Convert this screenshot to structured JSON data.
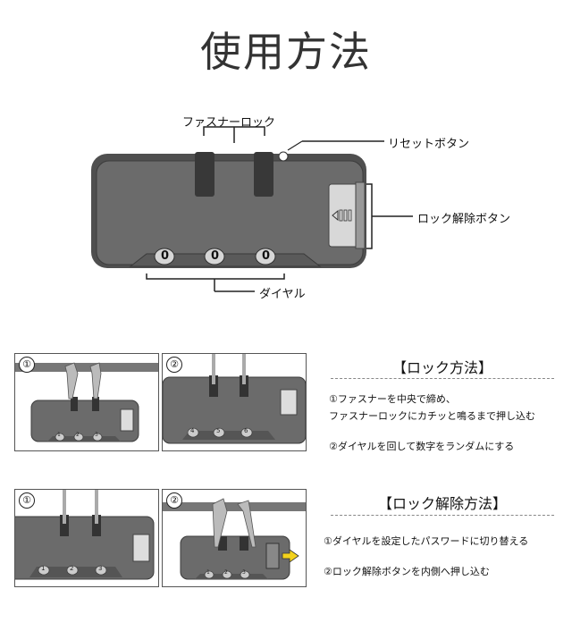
{
  "title": "使用方法",
  "diagram": {
    "label_zipper_lock": "ファスナーロック",
    "label_reset_button": "リセットボタン",
    "label_unlock_button": "ロック解除ボタン",
    "label_dial": "ダイヤル",
    "dial_digits": [
      "0",
      "0",
      "0"
    ]
  },
  "lock_section": {
    "heading": "【ロック方法】",
    "panel1_num": "①",
    "panel2_num": "②",
    "panel1_digits": [
      "1",
      "2",
      "3"
    ],
    "panel2_digits": [
      "4",
      "5",
      "6"
    ],
    "step1_line1": "①ファスナーを中央で締め、",
    "step1_line2": "ファスナーロックにカチッと鳴るまで押し込む",
    "step2": "②ダイヤルを回して数字をランダムにする"
  },
  "unlock_section": {
    "heading": "【ロック解除方法】",
    "panel1_num": "①",
    "panel2_num": "②",
    "panel1_digits": [
      "1",
      "2",
      "3"
    ],
    "panel2_digits": [
      "1",
      "2",
      "3"
    ],
    "step1": "①ダイヤルを設定したパスワードに切り替える",
    "step2": "②ロック解除ボタンを内側へ押し込む"
  },
  "colors": {
    "body_gray": "#6b6b6b",
    "dark_gray": "#4a4a4a",
    "slot": "#333333",
    "arrow_yellow": "#f3d21b"
  }
}
